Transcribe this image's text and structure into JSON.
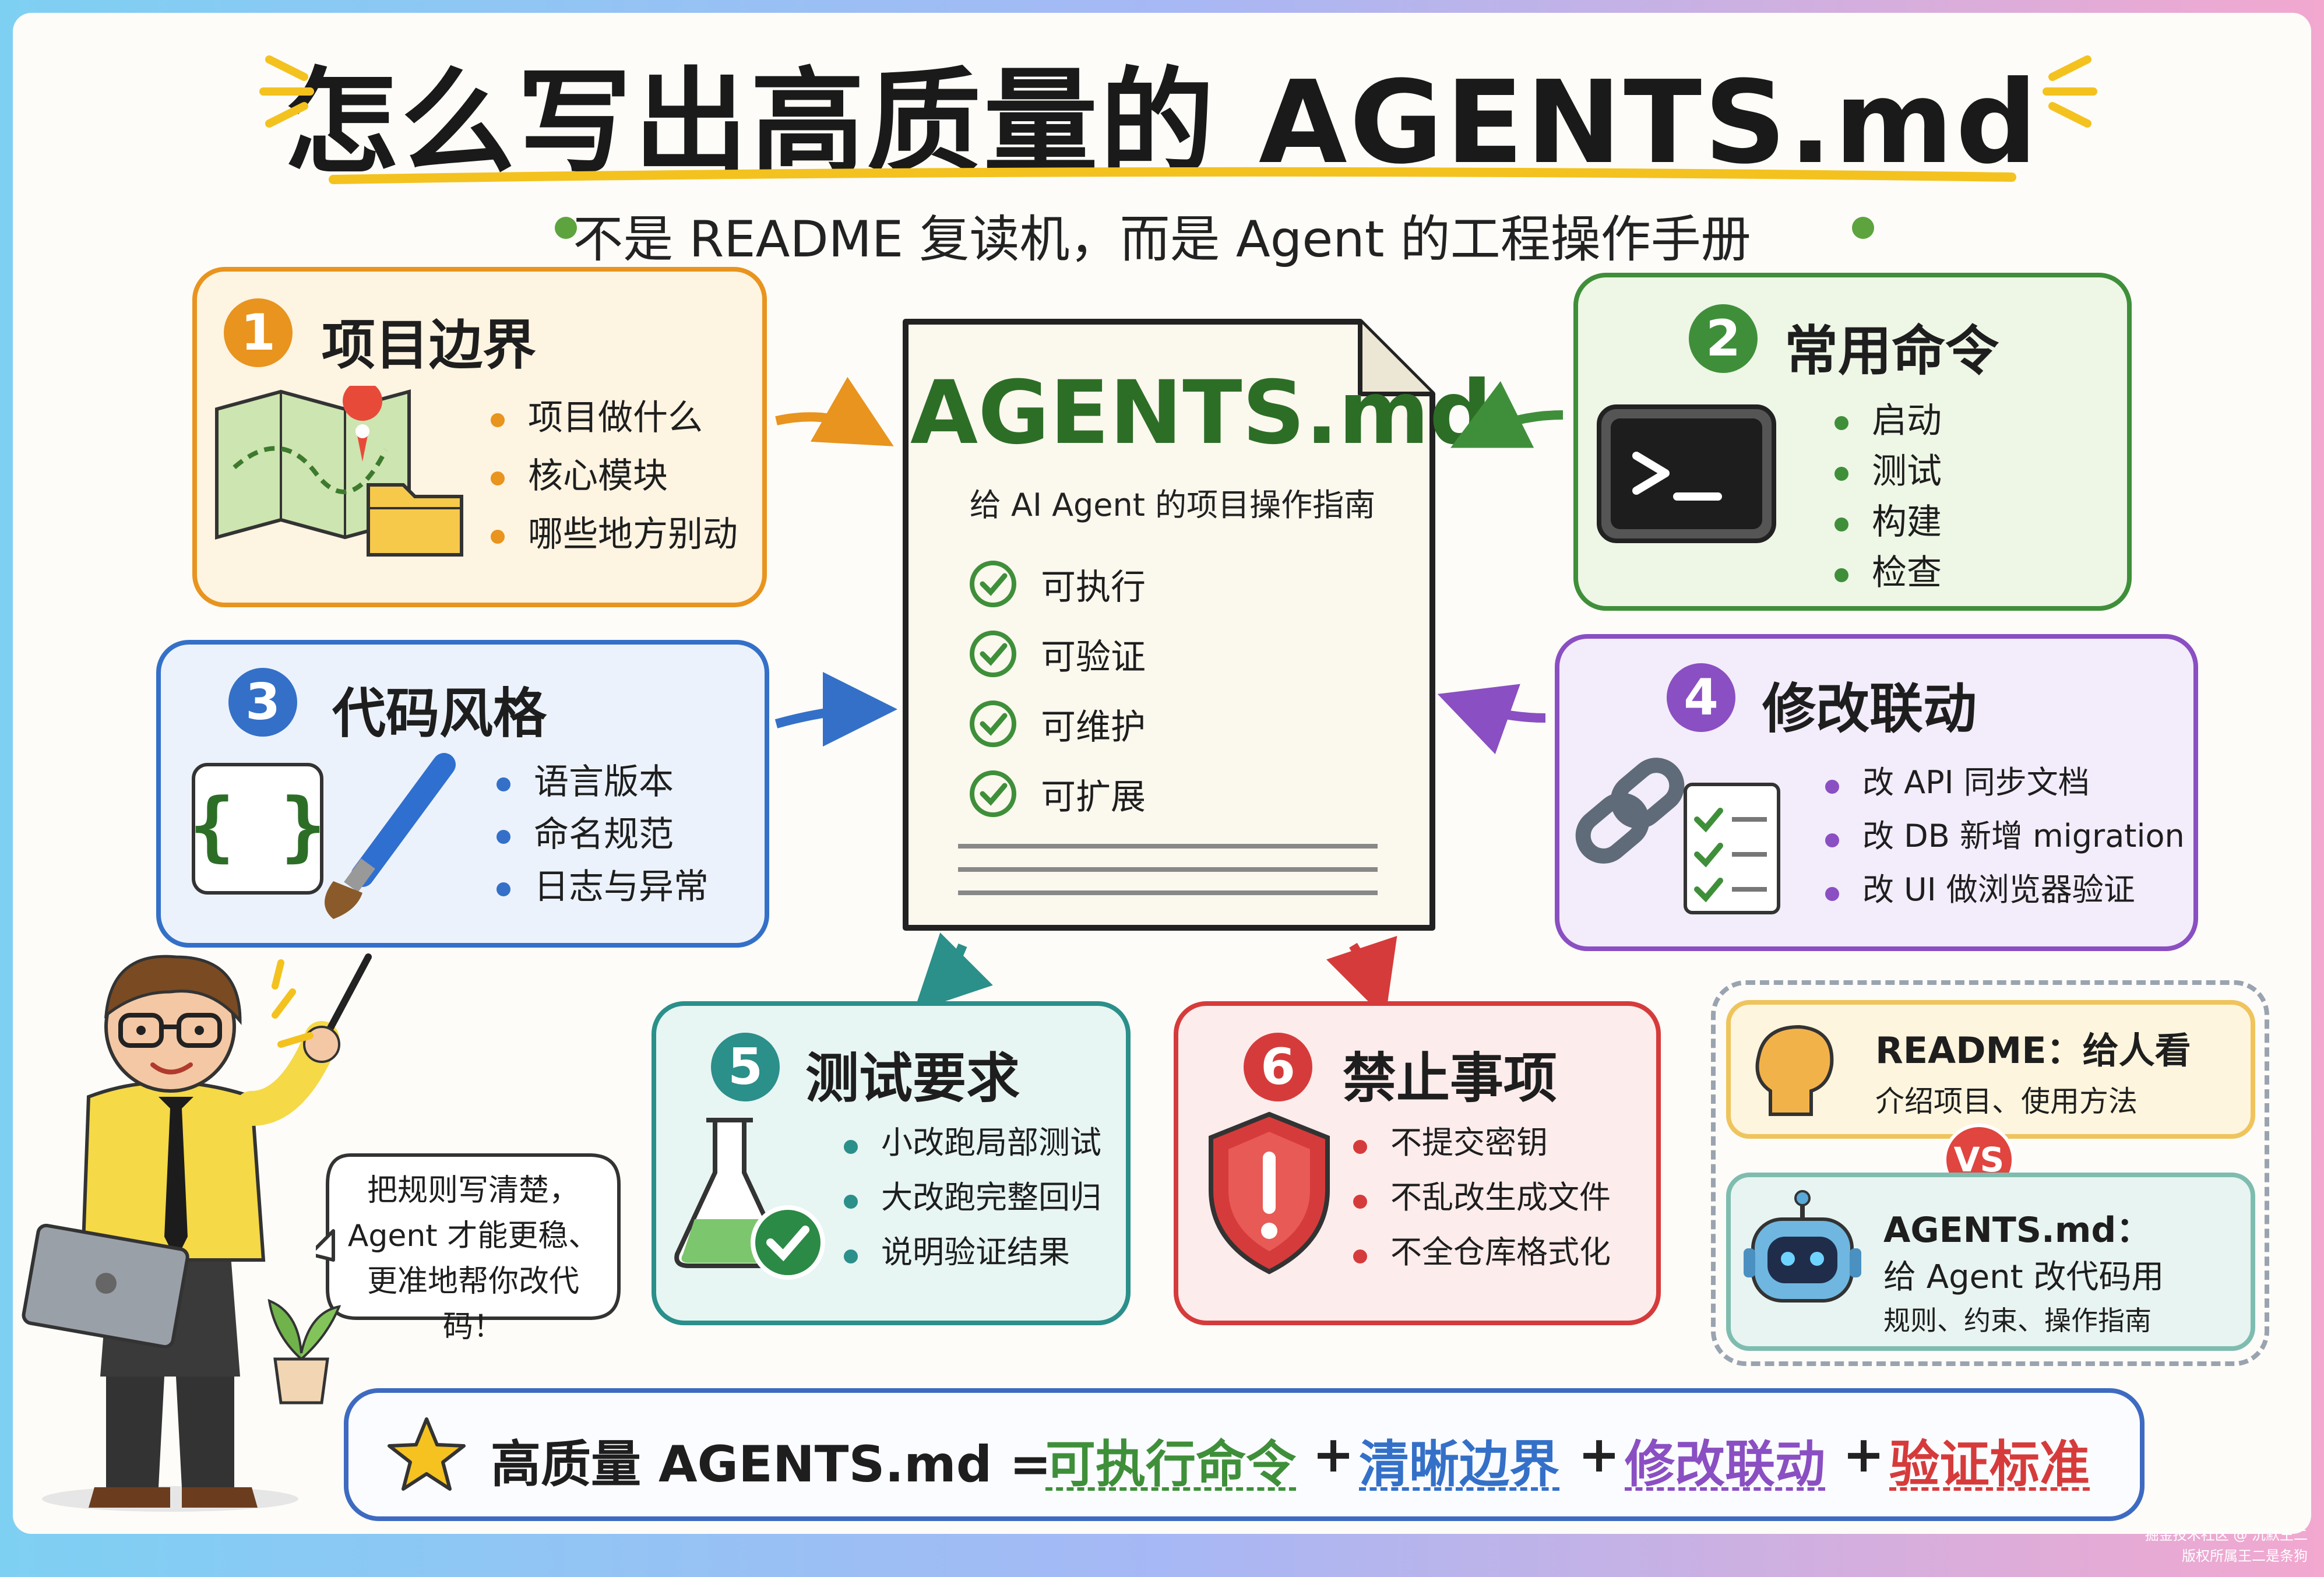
{
  "title": "怎么写出高质量的 AGENTS.md",
  "subtitle": "不是 README 复读机，而是 Agent 的工程操作手册",
  "center": {
    "title": "AGENTS.md",
    "subtitle": "给 AI Agent 的项目操作指南",
    "checks": [
      "可执行",
      "可验证",
      "可维护",
      "可扩展"
    ]
  },
  "cards": [
    {
      "num": "1",
      "title": "项目边界",
      "items": [
        "项目做什么",
        "核心模块",
        "哪些地方别动"
      ],
      "color": "#e8941f",
      "bg": "#fdf4e2"
    },
    {
      "num": "2",
      "title": "常用命令",
      "items": [
        "启动",
        "测试",
        "构建",
        "检查"
      ],
      "color": "#3f8f3a",
      "bg": "#eef6e6"
    },
    {
      "num": "3",
      "title": "代码风格",
      "items": [
        "语言版本",
        "命名规范",
        "日志与异常"
      ],
      "color": "#3470c8",
      "bg": "#ecf2fb"
    },
    {
      "num": "4",
      "title": "修改联动",
      "items": [
        "改 API 同步文档",
        "改 DB 新增 migration",
        "改 UI 做浏览器验证"
      ],
      "color": "#8a4fc2",
      "bg": "#f3ecfa"
    },
    {
      "num": "5",
      "title": "测试要求",
      "items": [
        "小改跑局部测试",
        "大改跑完整回归",
        "说明验证结果"
      ],
      "color": "#2b8f8a",
      "bg": "#e7f5f3"
    },
    {
      "num": "6",
      "title": "禁止事项",
      "items": [
        "不提交密钥",
        "不乱改生成文件",
        "不全仓库格式化"
      ],
      "color": "#d63b3b",
      "bg": "#fdecec"
    }
  ],
  "speech": "把规则写清楚，\nAgent 才能更稳、\n更准地帮你改代码！",
  "compare": {
    "readme_title": "README：给人看",
    "readme_desc": "介绍项目、使用方法",
    "vs": "VS",
    "agents_title": "AGENTS.md：",
    "agents_desc1": "给 Agent 改代码用",
    "agents_desc2": "规则、约束、操作指南"
  },
  "summary": {
    "lead": "高质量 AGENTS.md =",
    "parts": [
      {
        "text": "可执行命令",
        "color": "#3f8f3a"
      },
      {
        "text": "清晰边界",
        "color": "#3470c8"
      },
      {
        "text": "修改联动",
        "color": "#8a4fc2"
      },
      {
        "text": "验证标准",
        "color": "#d63b3b"
      }
    ],
    "plus": "+"
  },
  "watermark": [
    "掘金技术社区 @ 沉默王二",
    "版权所属王二是条狗"
  ]
}
